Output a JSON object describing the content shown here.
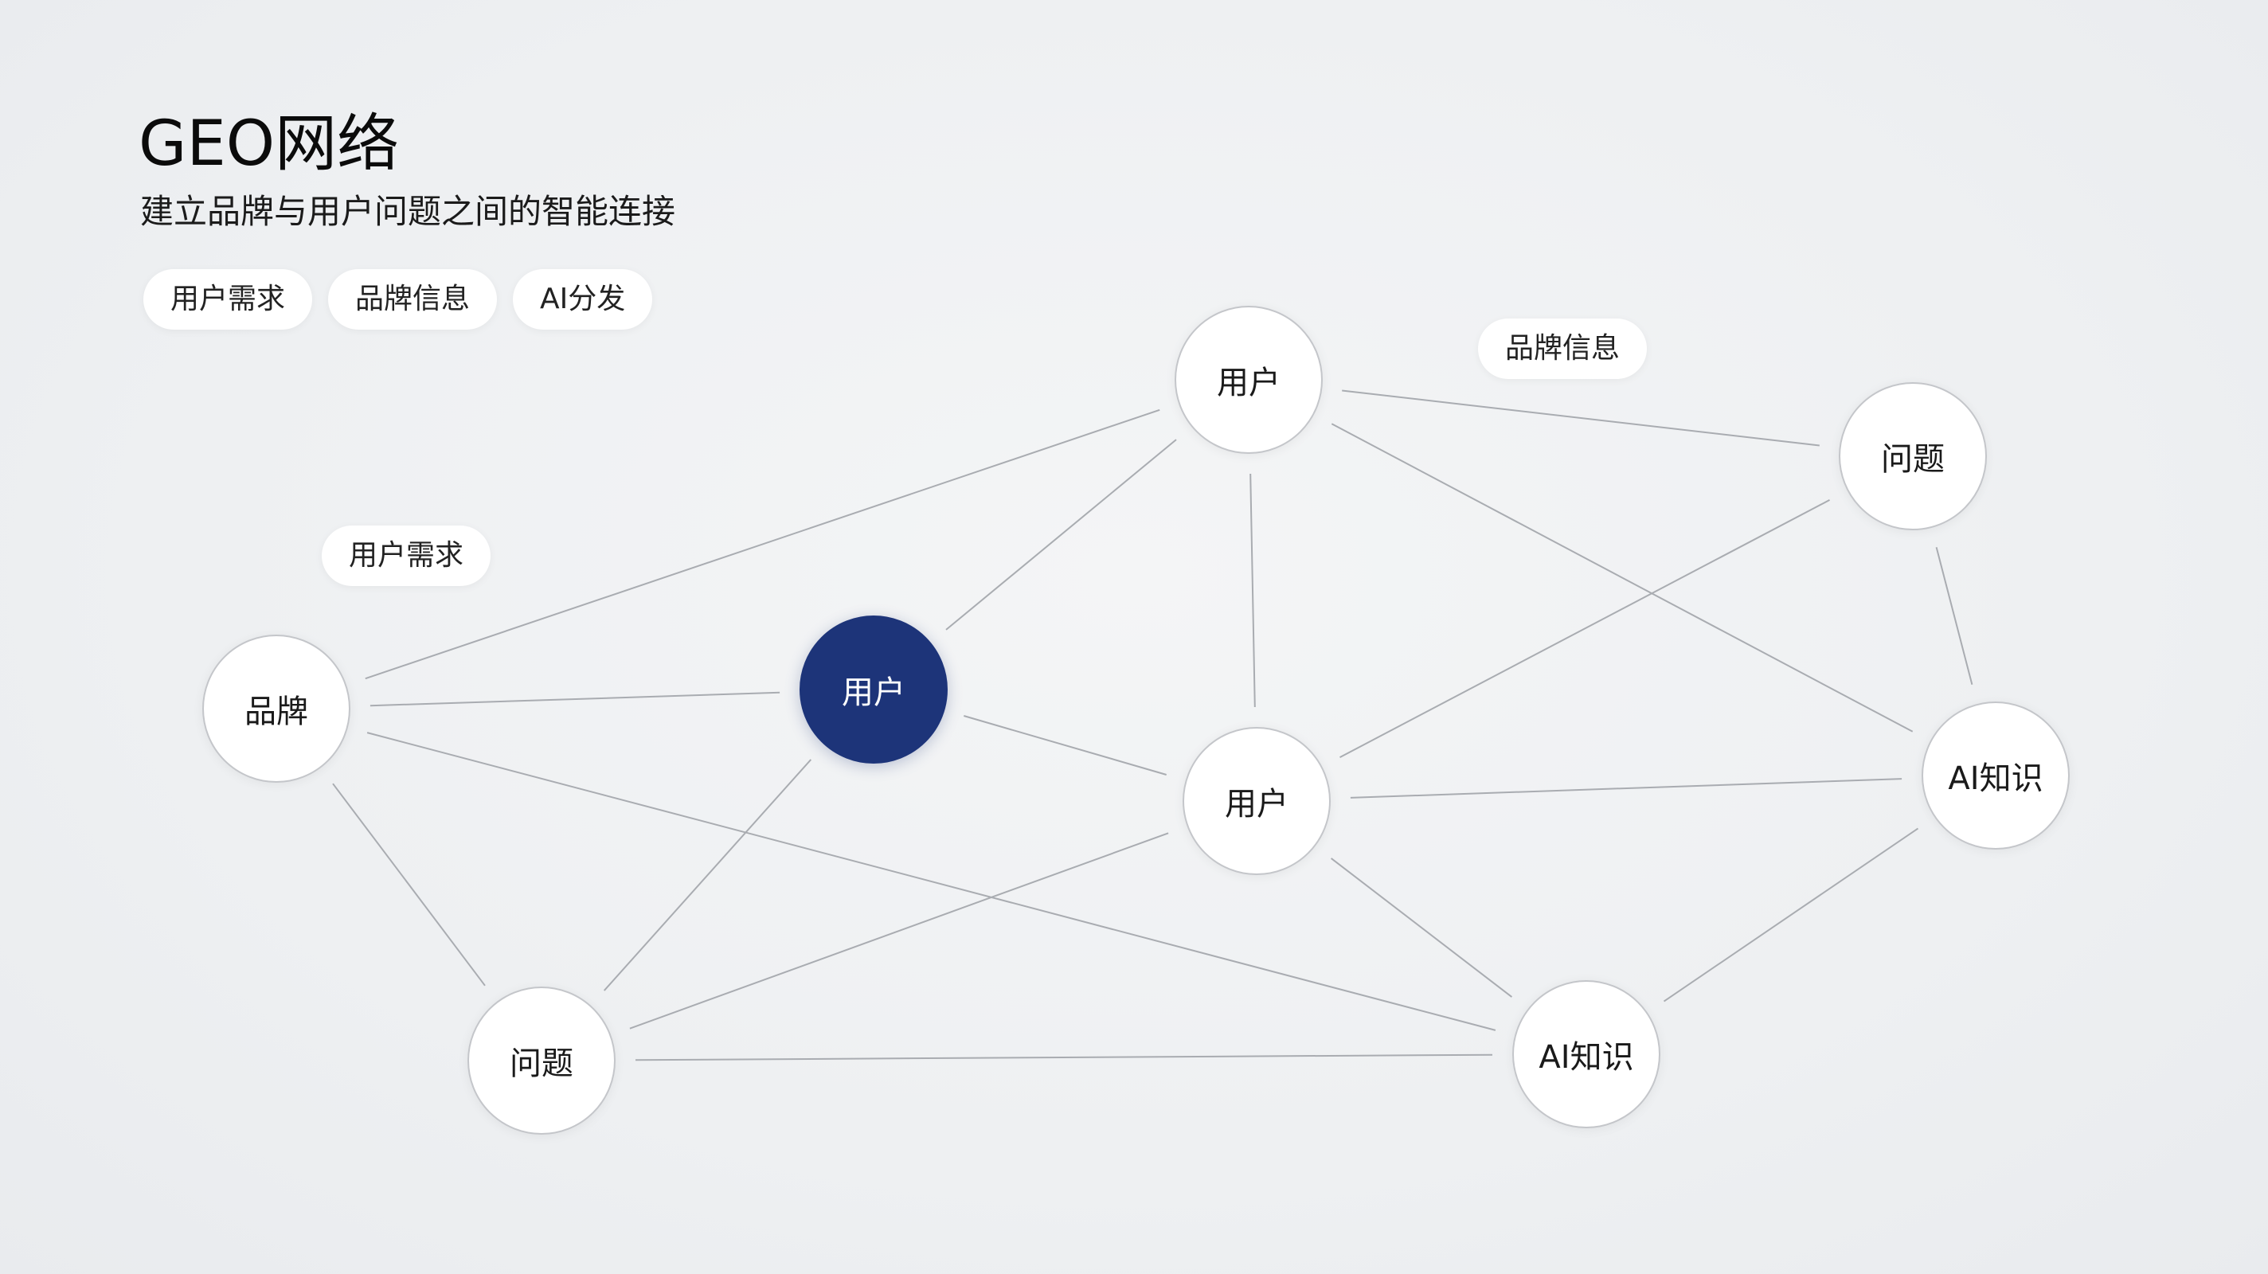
{
  "header": {
    "title": "GEO网络",
    "subtitle": "建立品牌与用户问题之间的智能连接"
  },
  "legend_chips": [
    "用户需求",
    "品牌信息",
    "AI分发"
  ],
  "floating_labels": {
    "top": "品牌信息",
    "left": "用户需求"
  },
  "colors": {
    "primary_node": "#1d3479",
    "edge": "#a9acb1",
    "background": "#eef0f2"
  },
  "nodes": [
    {
      "id": "brand",
      "label": "品牌"
    },
    {
      "id": "user_center",
      "label": "用户",
      "highlighted": true
    },
    {
      "id": "user_top",
      "label": "用户"
    },
    {
      "id": "user_mid",
      "label": "用户"
    },
    {
      "id": "question_right",
      "label": "问题"
    },
    {
      "id": "ai_right",
      "label": "AI知识"
    },
    {
      "id": "question_bottom",
      "label": "问题"
    },
    {
      "id": "ai_bottom",
      "label": "AI知识"
    }
  ],
  "edges": [
    [
      "brand",
      "user_top"
    ],
    [
      "brand",
      "user_center"
    ],
    [
      "brand",
      "ai_bottom"
    ],
    [
      "brand",
      "question_bottom"
    ],
    [
      "user_center",
      "user_top"
    ],
    [
      "user_center",
      "user_mid"
    ],
    [
      "user_center",
      "question_bottom"
    ],
    [
      "user_top",
      "question_right"
    ],
    [
      "user_top",
      "ai_right"
    ],
    [
      "user_top",
      "user_mid"
    ],
    [
      "question_right",
      "user_mid"
    ],
    [
      "question_right",
      "ai_right"
    ],
    [
      "user_mid",
      "ai_right"
    ],
    [
      "user_mid",
      "question_bottom"
    ],
    [
      "user_mid",
      "ai_bottom"
    ],
    [
      "question_bottom",
      "ai_bottom"
    ],
    [
      "ai_right",
      "ai_bottom"
    ]
  ]
}
